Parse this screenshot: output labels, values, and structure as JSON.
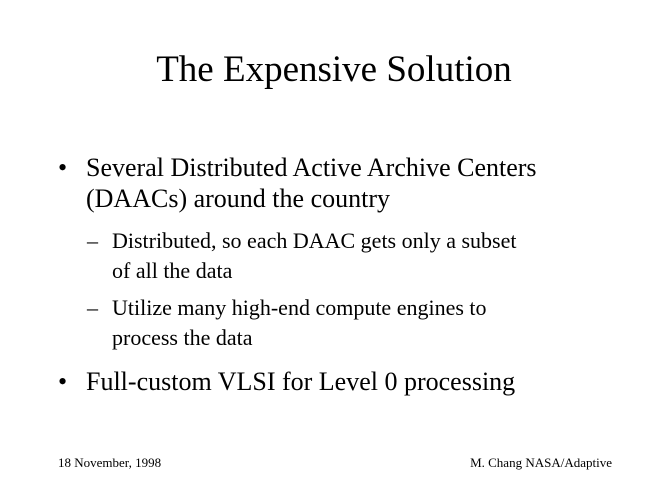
{
  "slide": {
    "title": "The Expensive Solution",
    "bullets": [
      {
        "marker": "•",
        "lines": [
          "Several Distributed Active Archive Centers",
          "(DAACs) around the country"
        ],
        "subitems": [
          {
            "marker": "–",
            "lines": [
              "Distributed, so each DAAC gets only a subset",
              "of all the data"
            ]
          },
          {
            "marker": "–",
            "lines": [
              "Utilize many high-end compute engines to",
              "process the data"
            ]
          }
        ]
      },
      {
        "marker": "•",
        "lines": [
          "Full-custom VLSI for Level 0 processing"
        ]
      }
    ],
    "footer": {
      "date": "18 November, 1998",
      "author": "M. Chang NASA/Adaptive"
    }
  }
}
